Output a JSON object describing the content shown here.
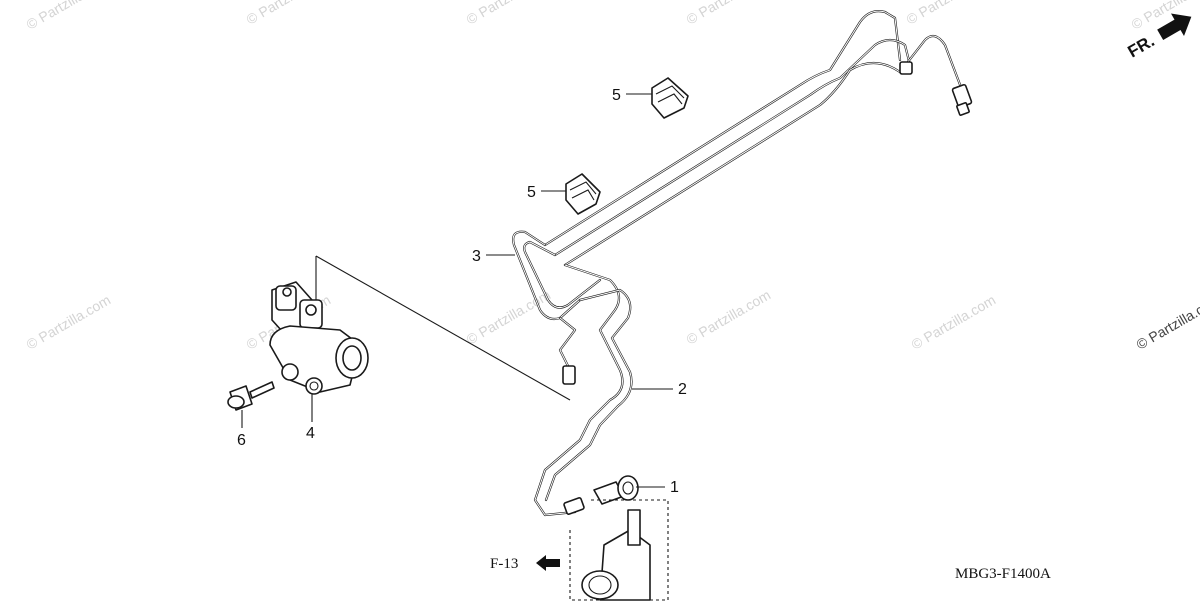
{
  "watermark": {
    "text": "© Partzilla.com"
  },
  "orientation": {
    "label": "FR."
  },
  "callouts": {
    "c1": "1",
    "c2": "2",
    "c3": "3",
    "c4": "4",
    "c5a": "5",
    "c5b": "5",
    "c6": "6"
  },
  "reference": {
    "label": "F-13"
  },
  "diagram_code": "MBG3-F1400A",
  "colors": {
    "line": "#1a1a1a",
    "watermark": "#d4d4d4",
    "background": "#ffffff"
  }
}
